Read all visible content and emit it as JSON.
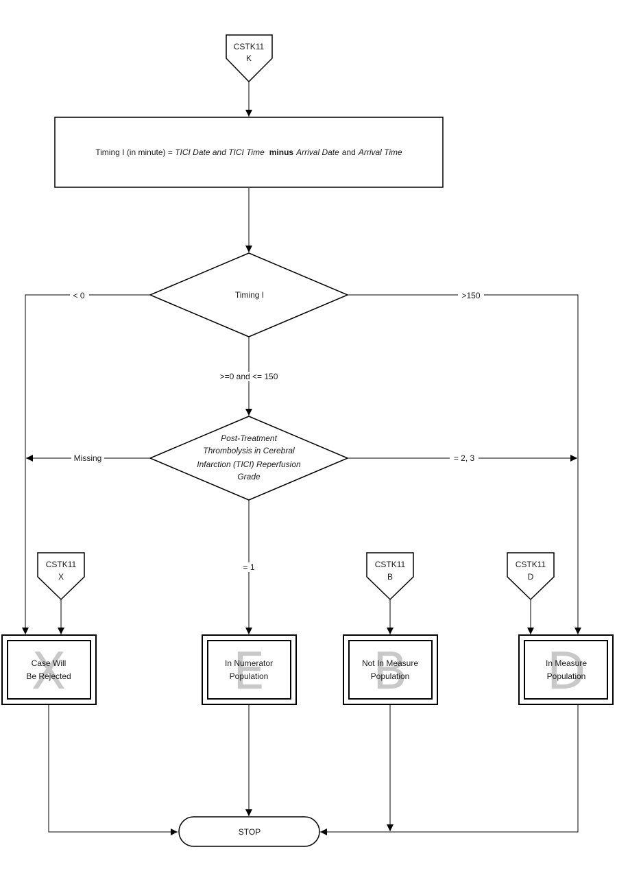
{
  "connectors": {
    "top": {
      "line1": "CSTK11",
      "line2": "K"
    },
    "x": {
      "line1": "CSTK11",
      "line2": "X"
    },
    "b": {
      "line1": "CSTK11",
      "line2": "B"
    },
    "d": {
      "line1": "CSTK11",
      "line2": "D"
    }
  },
  "process": {
    "part1": "Timing I (in minute) = ",
    "part2": "TICI Date and TICI Time",
    "part3": "minus",
    "part4": "Arrival Date",
    "part5": "and",
    "part6": "Arrival Time"
  },
  "decision1": {
    "label": "Timing I"
  },
  "decision2": {
    "line1": "Post-Treatment",
    "line2": "Thrombolysis in Cerebral",
    "line3": "Infarction (TICI) Reperfusion",
    "line4": "Grade"
  },
  "edges": {
    "lt0": "< 0",
    "gt150": ">150",
    "range": ">=0 and <= 150",
    "missing": "Missing",
    "eq23": "= 2, 3",
    "eq1": "= 1"
  },
  "outcomes": {
    "x": {
      "letter": "X",
      "line1": "Case Will",
      "line2": "Be Rejected"
    },
    "e": {
      "letter": "E",
      "line1": "In Numerator",
      "line2": "Population"
    },
    "b": {
      "letter": "B",
      "line1": "Not In Measure",
      "line2": "Population"
    },
    "d": {
      "letter": "D",
      "line1": "In Measure",
      "line2": "Population"
    }
  },
  "terminal": {
    "label": "STOP"
  }
}
